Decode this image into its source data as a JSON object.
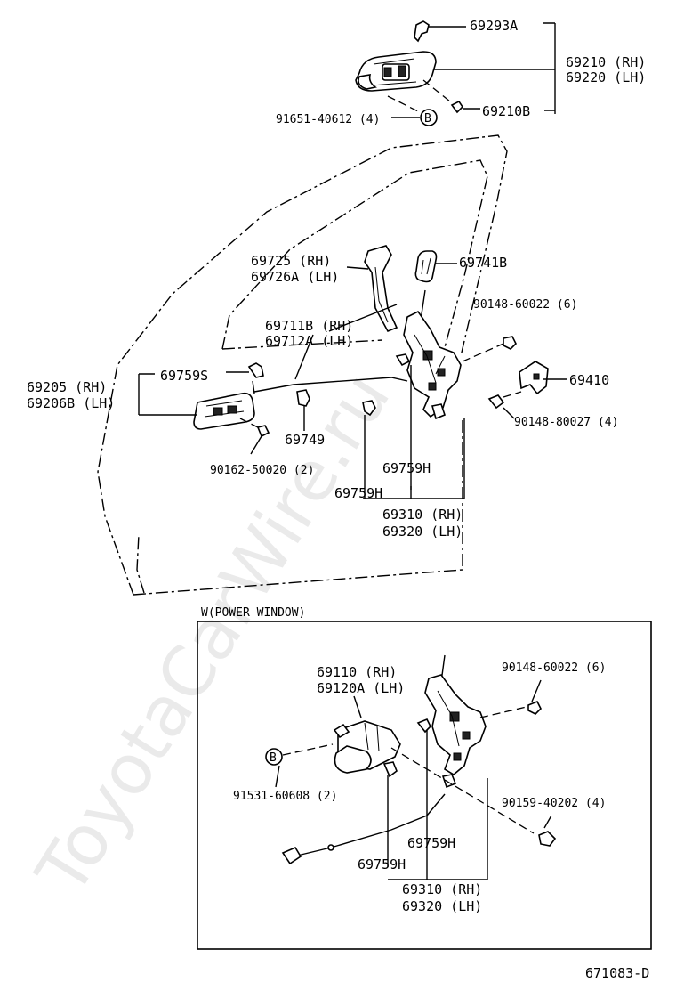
{
  "watermark": "ToyotaCarWire.ru",
  "diagram_code": "671083-D",
  "callout_b": "B",
  "top": {
    "p69293A": "69293A",
    "p69210RH": "69210 (RH)",
    "p69220LH": "69220 (LH)",
    "p69210B": "69210B",
    "p91651": "91651-40612 (4)"
  },
  "door": {
    "p69725RH": "69725  (RH)",
    "p69726ALH": "69726A (LH)",
    "p69741B": "69741B",
    "p90148_6": "90148-60022 (6)",
    "p69711BRH": "69711B (RH)",
    "p69712ALH": "69712A (LH)",
    "p69759S": "69759S",
    "p69205RH": "69205  (RH)",
    "p69206BLH": "69206B (LH)",
    "p69410": "69410",
    "p90148_4": "90148-80027 (4)",
    "p69749": "69749",
    "p90162": "90162-50020 (2)",
    "p69759H_a": "69759H",
    "p69759H_b": "69759H",
    "p69310RH": "69310 (RH)",
    "p69320LH": "69320 (LH)"
  },
  "power_window": {
    "title": "W(POWER WINDOW)",
    "p69110RH": "69110  (RH)",
    "p69120ALH": "69120A (LH)",
    "p90148_6": "90148-60022 (6)",
    "p91531": "91531-60608 (2)",
    "p90159": "90159-40202 (4)",
    "p69759H_a": "69759H",
    "p69759H_b": "69759H",
    "p69310RH": "69310 (RH)",
    "p69320LH": "69320 (LH)"
  }
}
